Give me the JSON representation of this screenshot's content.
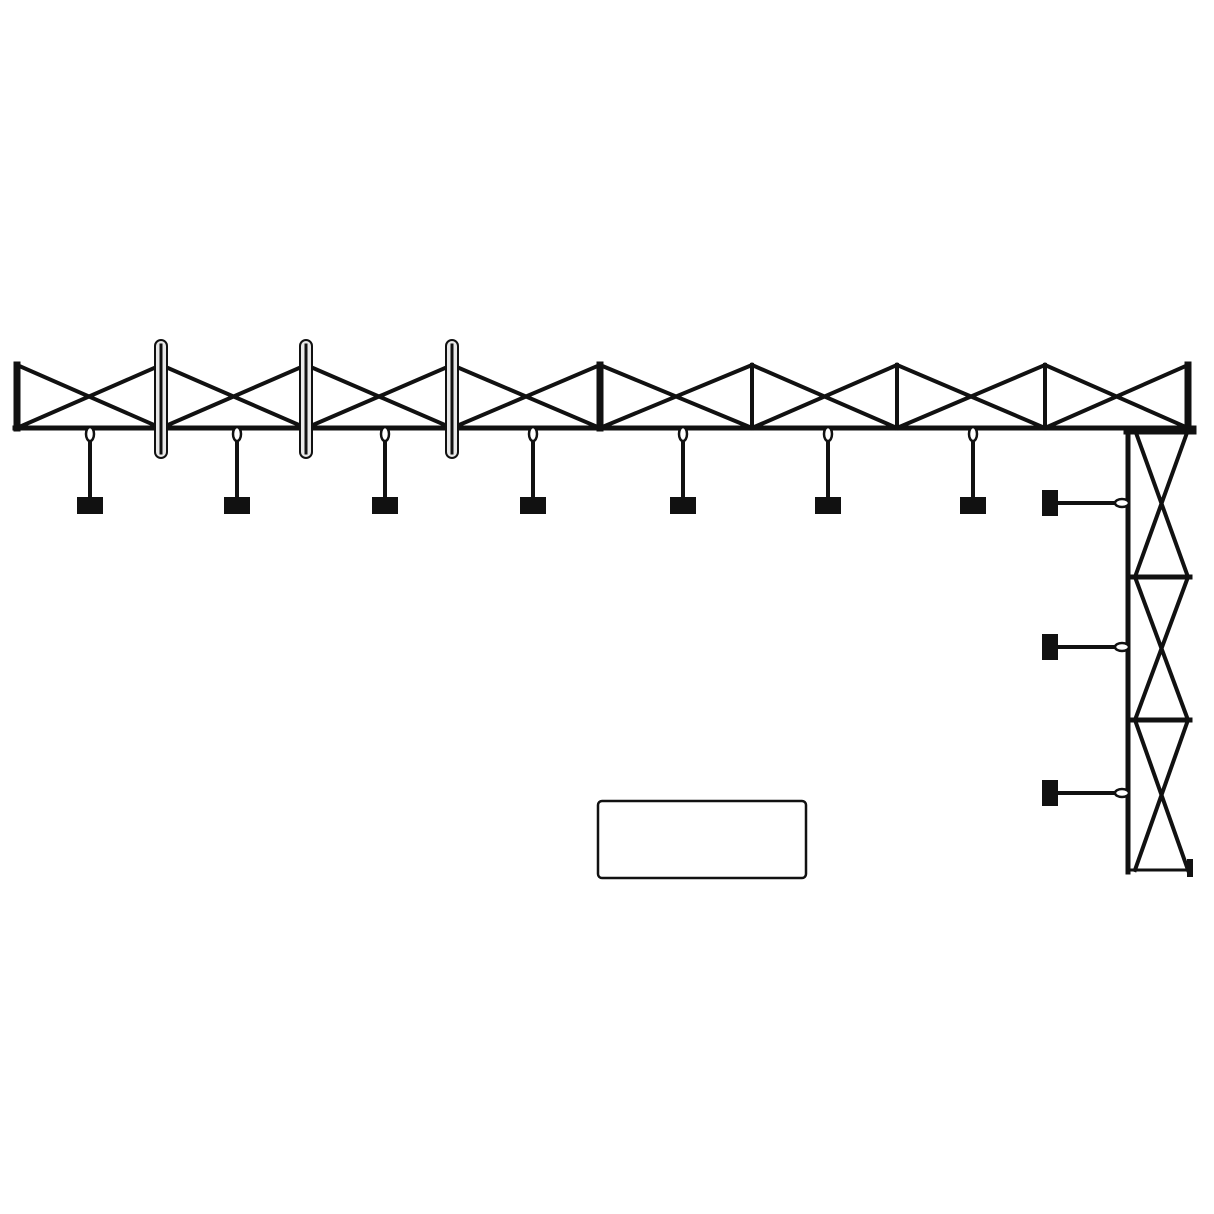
{
  "diagram": {
    "colors": {
      "frame": "#111111",
      "background": "#ffffff",
      "tube_fill": "#e8e8e8"
    },
    "top_frame_bays": 8,
    "side_frame_bays": 3,
    "top_weights": 7,
    "side_weights": 3,
    "light_tubes": 3,
    "counter_present": true
  }
}
